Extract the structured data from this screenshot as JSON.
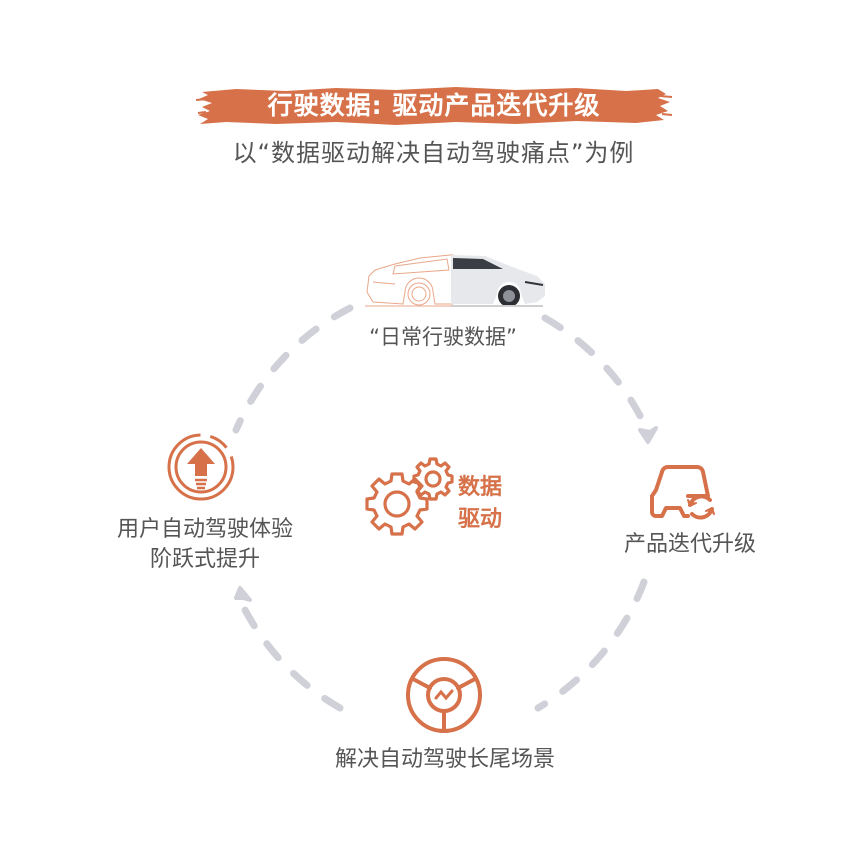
{
  "header": {
    "title": "行驶数据: 驱动产品迭代升级",
    "subtitle": "以“数据驱动解决自动驾驶痛点”为例"
  },
  "center": {
    "line1": "数据",
    "line2": "驱动",
    "icon": "gears-icon"
  },
  "nodes": [
    {
      "id": "daily-data",
      "label": "“日常行驶数据”",
      "icon": "car-image"
    },
    {
      "id": "product-iteration",
      "label": "产品迭代升级",
      "icon": "car-refresh-icon"
    },
    {
      "id": "long-tail",
      "label": "解决自动驾驶长尾场景",
      "icon": "steering-wheel-icon"
    },
    {
      "id": "experience",
      "label_line1": "用户自动驾驶体验",
      "label_line2": "阶跃式提升",
      "icon": "arrow-up-icon"
    }
  ],
  "colors": {
    "accent": "#d6714a",
    "arrow": "#cfd0d8",
    "text": "#555555"
  }
}
